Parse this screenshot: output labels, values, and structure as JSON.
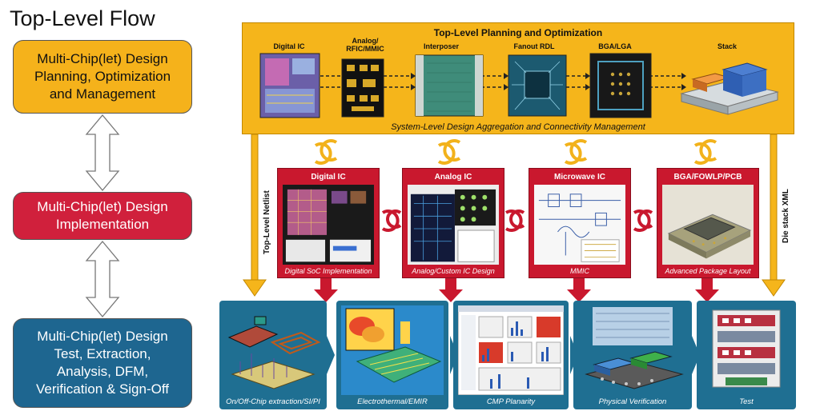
{
  "title": "Top-Level Flow",
  "left_flow": [
    {
      "label": "Multi-Chip(let) Design\nPlanning, Optimization\nand Management"
    },
    {
      "label": "Multi-Chip(let) Design\nImplementation"
    },
    {
      "label": "Multi-Chip(let) Design\nTest, Extraction,\nAnalysis, DFM,\nVerification & Sign-Off"
    }
  ],
  "top_panel": {
    "title": "Top-Level Planning and Optimization",
    "subtitle": "System-Level Design Aggregation and Connectivity Management",
    "items": [
      "Digital IC",
      "Analog/\nRFIC/MMIC",
      "Interposer",
      "Fanout RDL",
      "BGA/LGA",
      "Stack"
    ]
  },
  "side_labels": {
    "left": "Top-Level Netlist",
    "right": "Die stack XML"
  },
  "implementation": [
    {
      "title": "Digital IC",
      "caption": "Digital SoC Implementation"
    },
    {
      "title": "Analog IC",
      "caption": "Analog/Custom IC Design"
    },
    {
      "title": "Microwave IC",
      "caption": "MMIC"
    },
    {
      "title": "BGA/FOWLP/PCB",
      "caption": "Advanced Package Layout"
    }
  ],
  "signoff": [
    {
      "caption": "On/Off-Chip extraction/SI/PI"
    },
    {
      "caption": "Electrothermal/EMIR"
    },
    {
      "caption": "CMP Planarity"
    },
    {
      "caption": "Physical Verification"
    },
    {
      "caption": "Test"
    }
  ],
  "colors": {
    "orange": "#f5b51b",
    "red": "#c9182e",
    "blue": "#1f6f92"
  }
}
